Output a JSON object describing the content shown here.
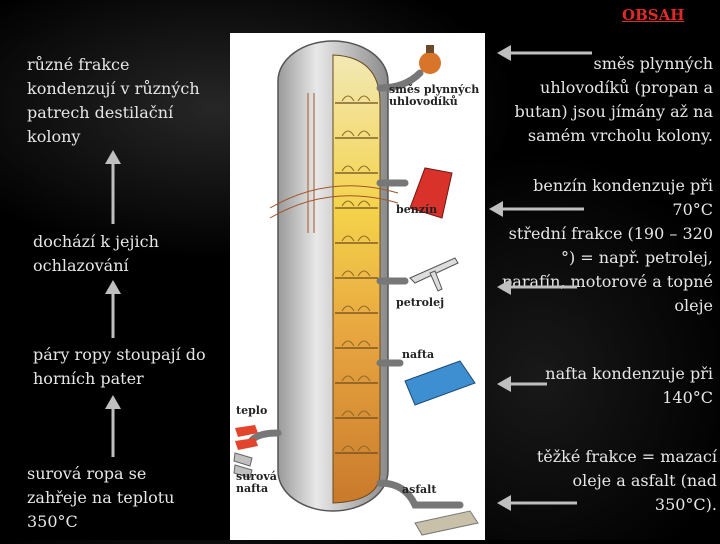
{
  "nav": {
    "obsah": "OBSAH"
  },
  "left_notes": {
    "fractions": "různé frakce kondenzují v různých patrech destilační kolony",
    "cooling": "dochází k jejich ochlazování",
    "vapors": "páry ropy stoupají do horních pater",
    "crude": "surová ropa se zahřeje na teplotu 350°C"
  },
  "right_notes": {
    "gas": "směs plynných uhlovodíků (propan a butan) jsou jímány až na samém vrcholu kolony.",
    "benzin_line1": "benzín kondenzuje při",
    "benzin_line2": "70°C",
    "middle": "střední frakce (190 – 320 °) = např. petrolej, parafín, motorové a topné oleje",
    "nafta": "nafta kondenzuje při 140°C",
    "heavy": "těžké frakce = mazací oleje a asfalt (nad 350°C)."
  },
  "diagram": {
    "labels": {
      "gas": "směs plynných uhlovodíků",
      "benzin": "benzín",
      "petrolej": "petrolej",
      "nafta": "nafta",
      "teplo": "teplo",
      "crude": "surová nafta",
      "asfalt": "asfalt"
    },
    "colors": {
      "top": "#f2e9b4",
      "upper": "#f4d24a",
      "middle": "#e8a640",
      "lower": "#c97a2c",
      "shell": "#bdbdbd",
      "heat": "#e2452c",
      "car": "#d8322a",
      "train": "#3d8fd1"
    }
  }
}
